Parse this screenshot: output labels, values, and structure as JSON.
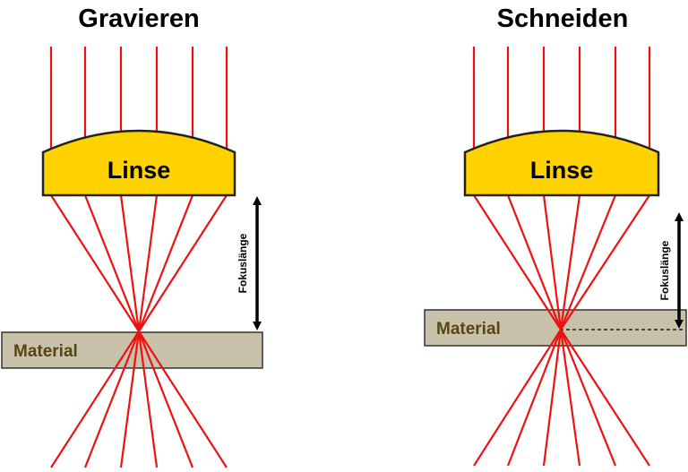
{
  "diagrams": [
    {
      "title": "Gravieren",
      "lens_label": "Linse",
      "material_label": "Material",
      "focus_label": "Fokuslänge"
    },
    {
      "title": "Schneiden",
      "lens_label": "Linse",
      "material_label": "Material",
      "focus_label": "Fokuslänge"
    }
  ],
  "colors": {
    "laser_ray": "#ee1111",
    "lens_fill": "#ffd200",
    "lens_stroke": "#222222",
    "material_fill": "#c8c2aa",
    "material_text": "#5a4512"
  },
  "icons": {
    "focus_arrow": "double-headed-arrow-icon"
  }
}
